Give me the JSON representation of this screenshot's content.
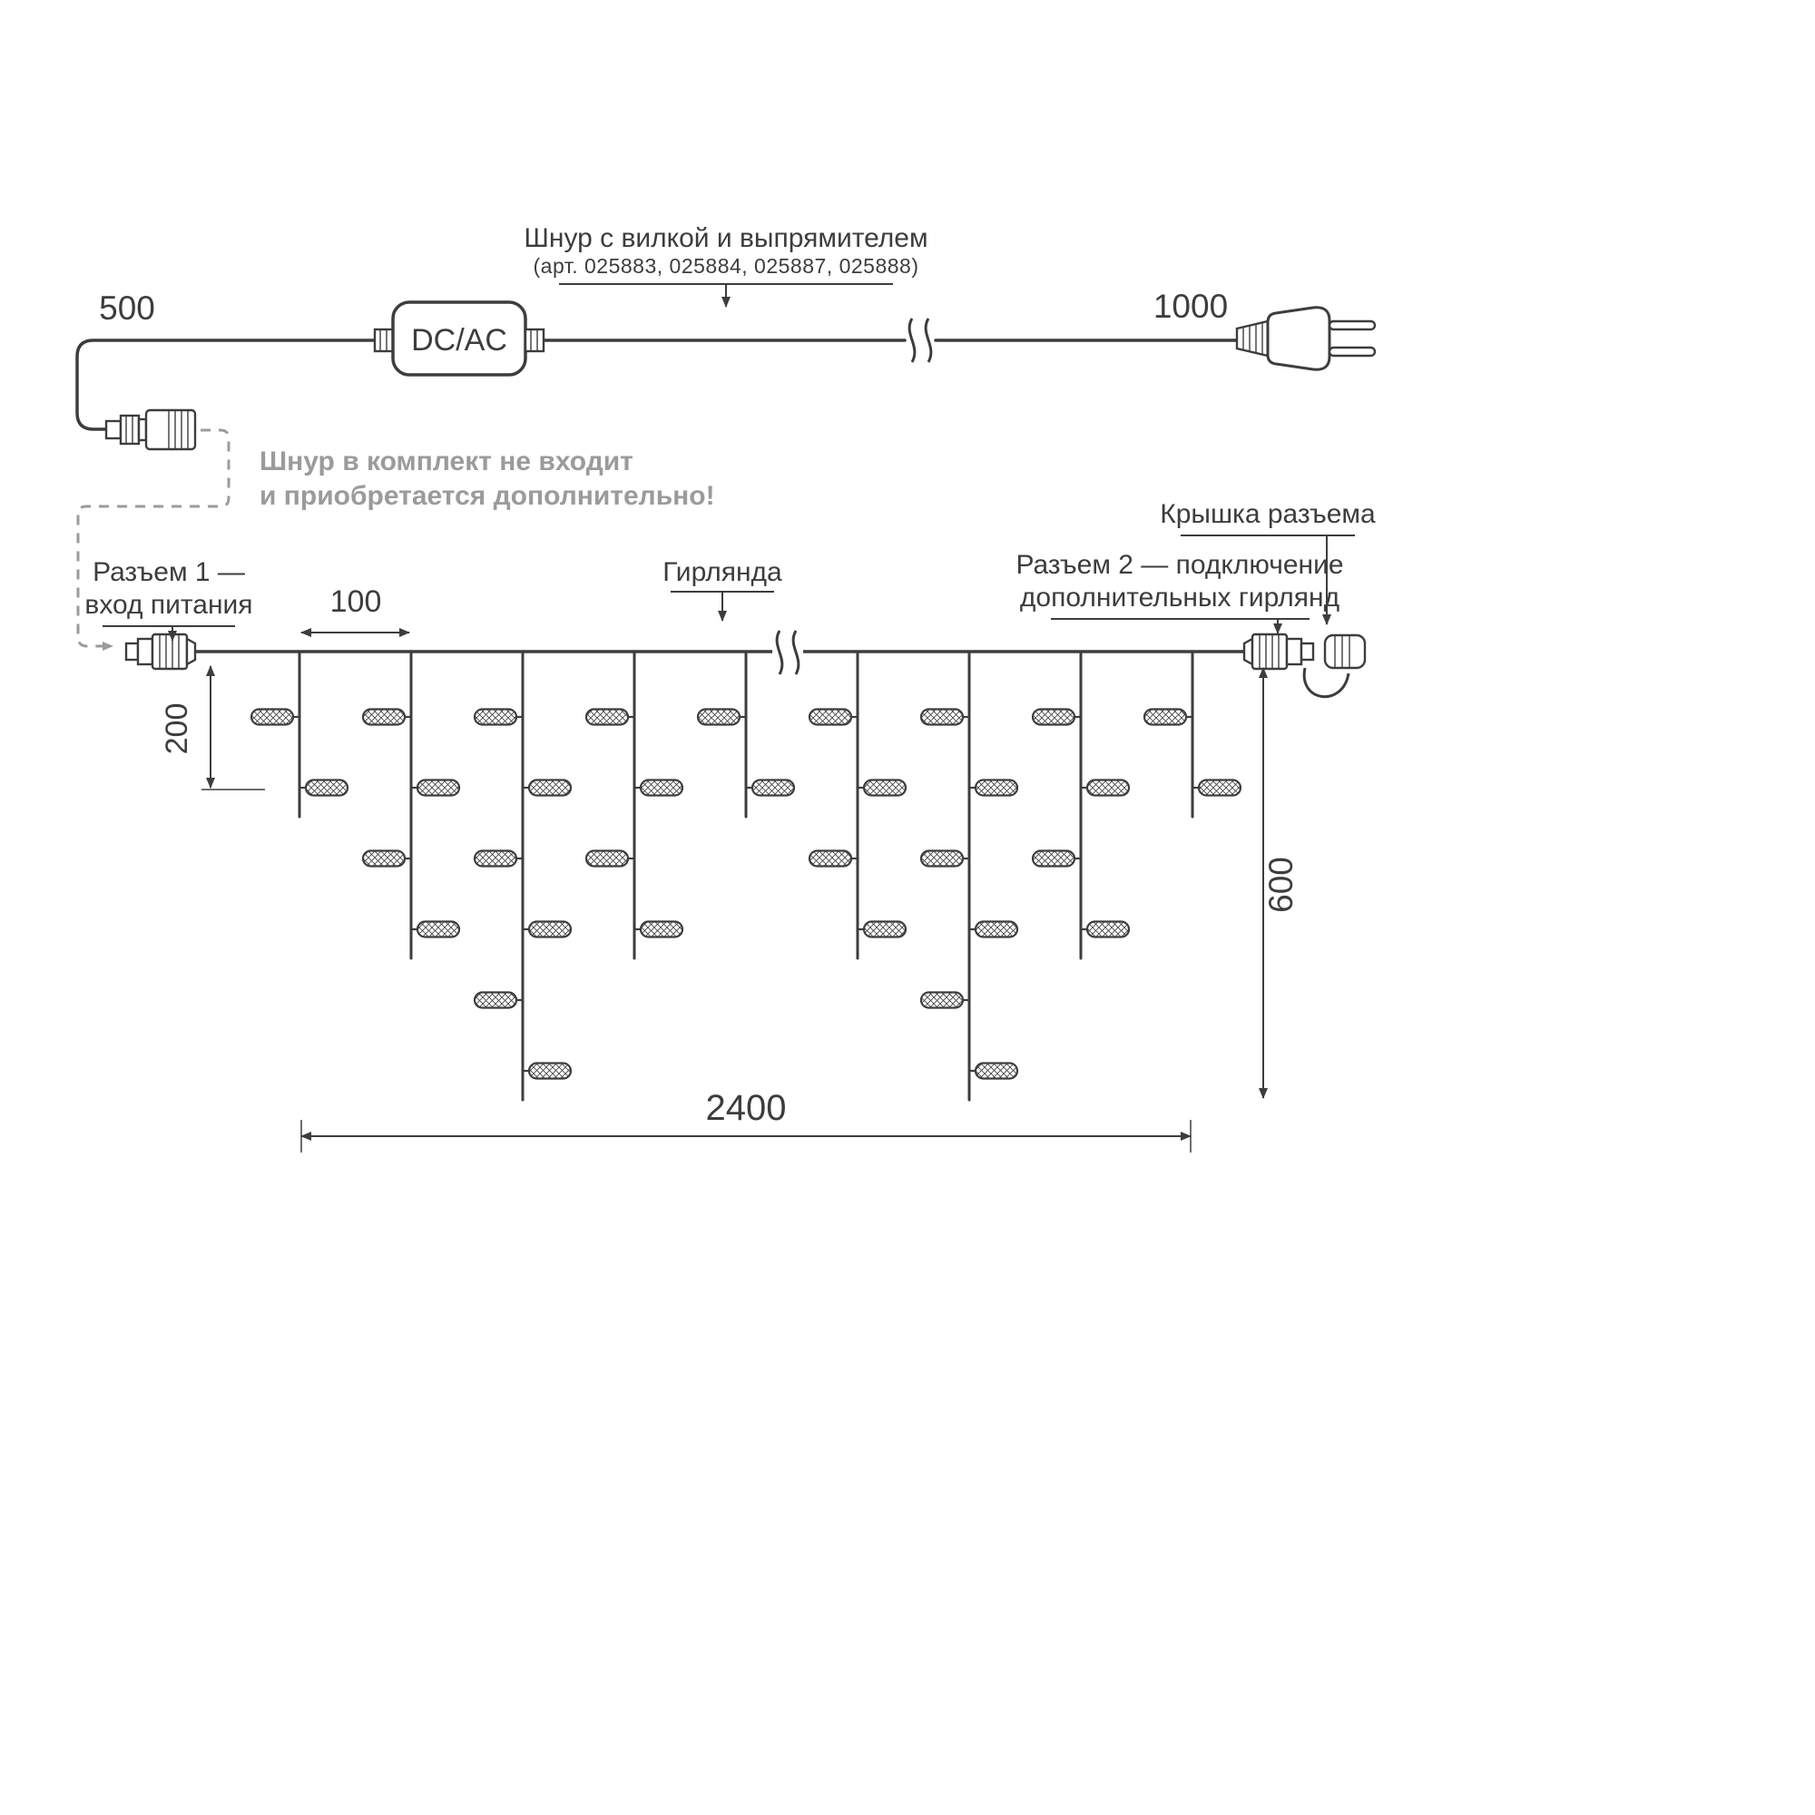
{
  "labels": {
    "cord": "Шнур с вилкой и выпрямителем",
    "cord_art": "(арт. 025883, 025884, 025887, 025888)",
    "dcac": "DC/AC",
    "note_line1": "Шнур в комплект не входит",
    "note_line2": "и приобретается дополнительно!",
    "connector1_line1": "Разъем 1 —",
    "connector1_line2": "вход питания",
    "garland": "Гирлянда",
    "connector2_line1": "Разъем 2 — подключение",
    "connector2_line2": "дополнительных гирлянд",
    "cap": "Крышка разъема"
  },
  "dimensions": {
    "adapter_cable_length": "500",
    "plug_cable_length": "1000",
    "drop_spacing": "100",
    "first_drop_height": "200",
    "max_drop_height": "600",
    "garland_length": "2400"
  },
  "garland": {
    "drops": [
      {
        "bulbs": 2
      },
      {
        "bulbs": 4
      },
      {
        "bulbs": 6
      },
      {
        "bulbs": 4
      },
      {
        "bulbs": 2
      },
      {
        "bulbs": 4
      },
      {
        "bulbs": 6
      },
      {
        "bulbs": 4
      },
      {
        "bulbs": 2
      }
    ]
  },
  "colors": {
    "line": "#3d3d3d",
    "muted": "#9b9b9b"
  }
}
